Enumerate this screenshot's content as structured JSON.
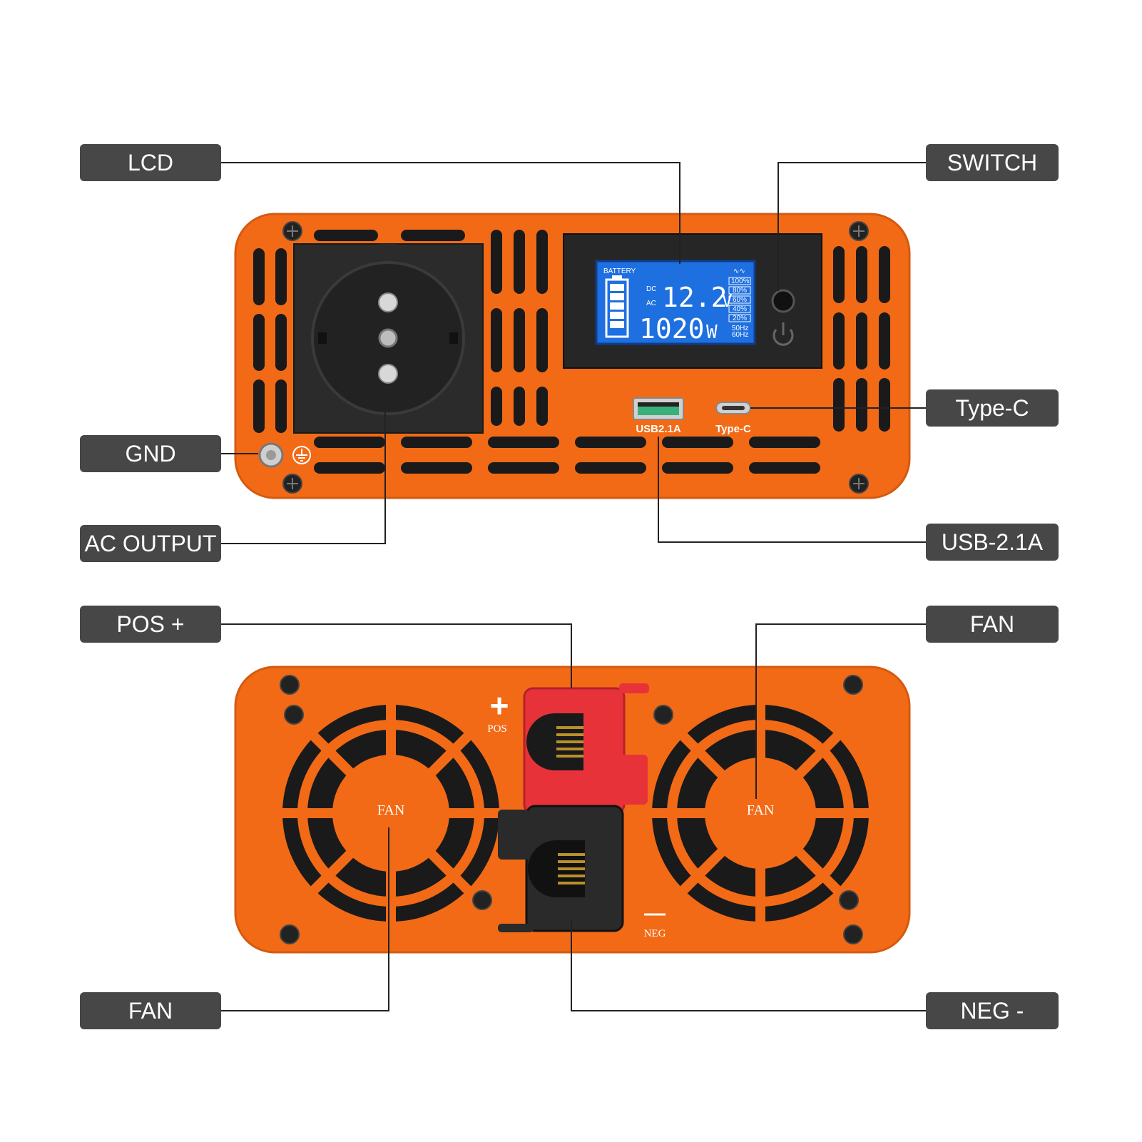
{
  "callouts": {
    "lcd": "LCD",
    "switch": "SWITCH",
    "gnd": "GND",
    "type_c": "Type-C",
    "ac_output": "AC OUTPUT",
    "usb": "USB-2.1A",
    "pos": "POS +",
    "fan_top_right": "FAN",
    "fan_bottom_left": "FAN",
    "neg": "NEG -"
  },
  "lcd_screen": {
    "battery_label": "BATTERY",
    "dc_label": "DC",
    "ac_label": "AC",
    "voltage_value": "12.2",
    "voltage_unit": "V",
    "power_value": "1020",
    "power_unit": "W",
    "level_labels": [
      "100%",
      "80%",
      "60%",
      "40%",
      "20%"
    ],
    "freq_50": "50Hz",
    "freq_60": "60Hz"
  },
  "front_panel": {
    "usb_port_label": "USB2.1A",
    "typec_port_label": "Type-C"
  },
  "rear_panel": {
    "fan_left_label": "FAN",
    "fan_right_label": "FAN",
    "pos_symbol": "+",
    "pos_label": "POS",
    "neg_symbol": "—",
    "neg_label": "NEG"
  },
  "colors": {
    "panel_orange": "#f26a16",
    "callout_gray": "#474747",
    "lcd_blue": "#1e6fe0",
    "pos_red": "#e8323a",
    "neg_black": "#2a2a2a"
  }
}
